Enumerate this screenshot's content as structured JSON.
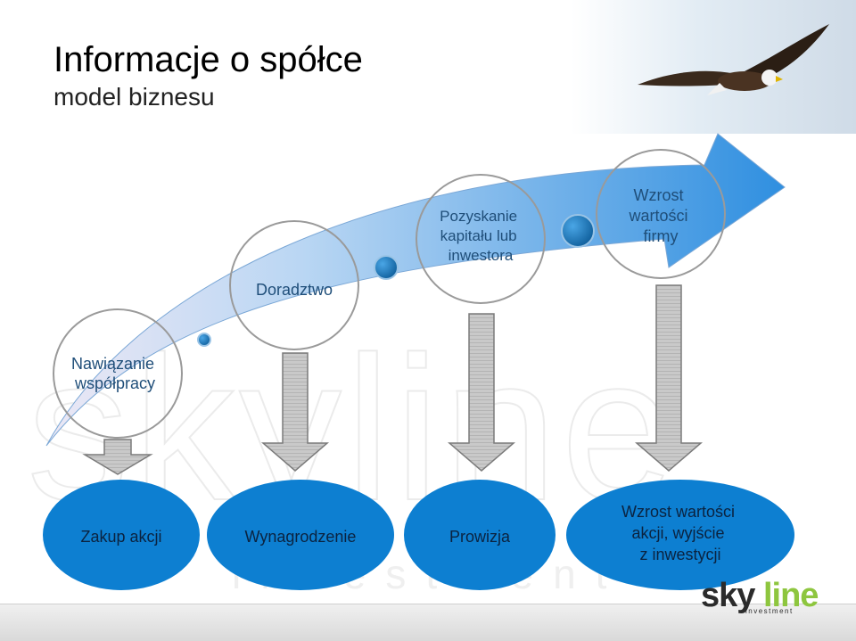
{
  "slide": {
    "title": "Informacje o spółce",
    "subtitle": "model biznesu"
  },
  "stages": [
    {
      "id": "nawiazanie",
      "lines": [
        "Nawiązanie",
        "współpracy"
      ]
    },
    {
      "id": "doradztwo",
      "lines": [
        "Doradztwo"
      ]
    },
    {
      "id": "pozyskanie",
      "lines": [
        "Pozyskanie",
        "kapitału lub",
        "inwestora"
      ]
    },
    {
      "id": "wzrost",
      "lines": [
        "Wzrost",
        "wartości",
        "firmy"
      ]
    }
  ],
  "outcomes": [
    {
      "id": "zakup",
      "lines": [
        "Zakup akcji"
      ]
    },
    {
      "id": "wynagrodzenie",
      "lines": [
        "Wynagrodzenie"
      ]
    },
    {
      "id": "prowizja",
      "lines": [
        "Prowizja"
      ]
    },
    {
      "id": "wzrost-wartosci",
      "lines": [
        "Wzrost wartości",
        "akcji, wyjście",
        "z inwestycji"
      ]
    }
  ],
  "logo": {
    "main_left": "sky",
    "main_right": "line",
    "tagline": "investment"
  },
  "watermark": {
    "text": "skyline",
    "tagline": "investment"
  },
  "colors": {
    "arrow_blue": "#2f8fe0",
    "arrow_light": "#e9e4f3",
    "ellipse_blue": "#0d7fd1",
    "dot_blue": "#1e7fbf",
    "stage_text": "#1f4e79",
    "down_arrow": "#c8c8c8"
  },
  "icons": [
    "eagle-icon"
  ]
}
